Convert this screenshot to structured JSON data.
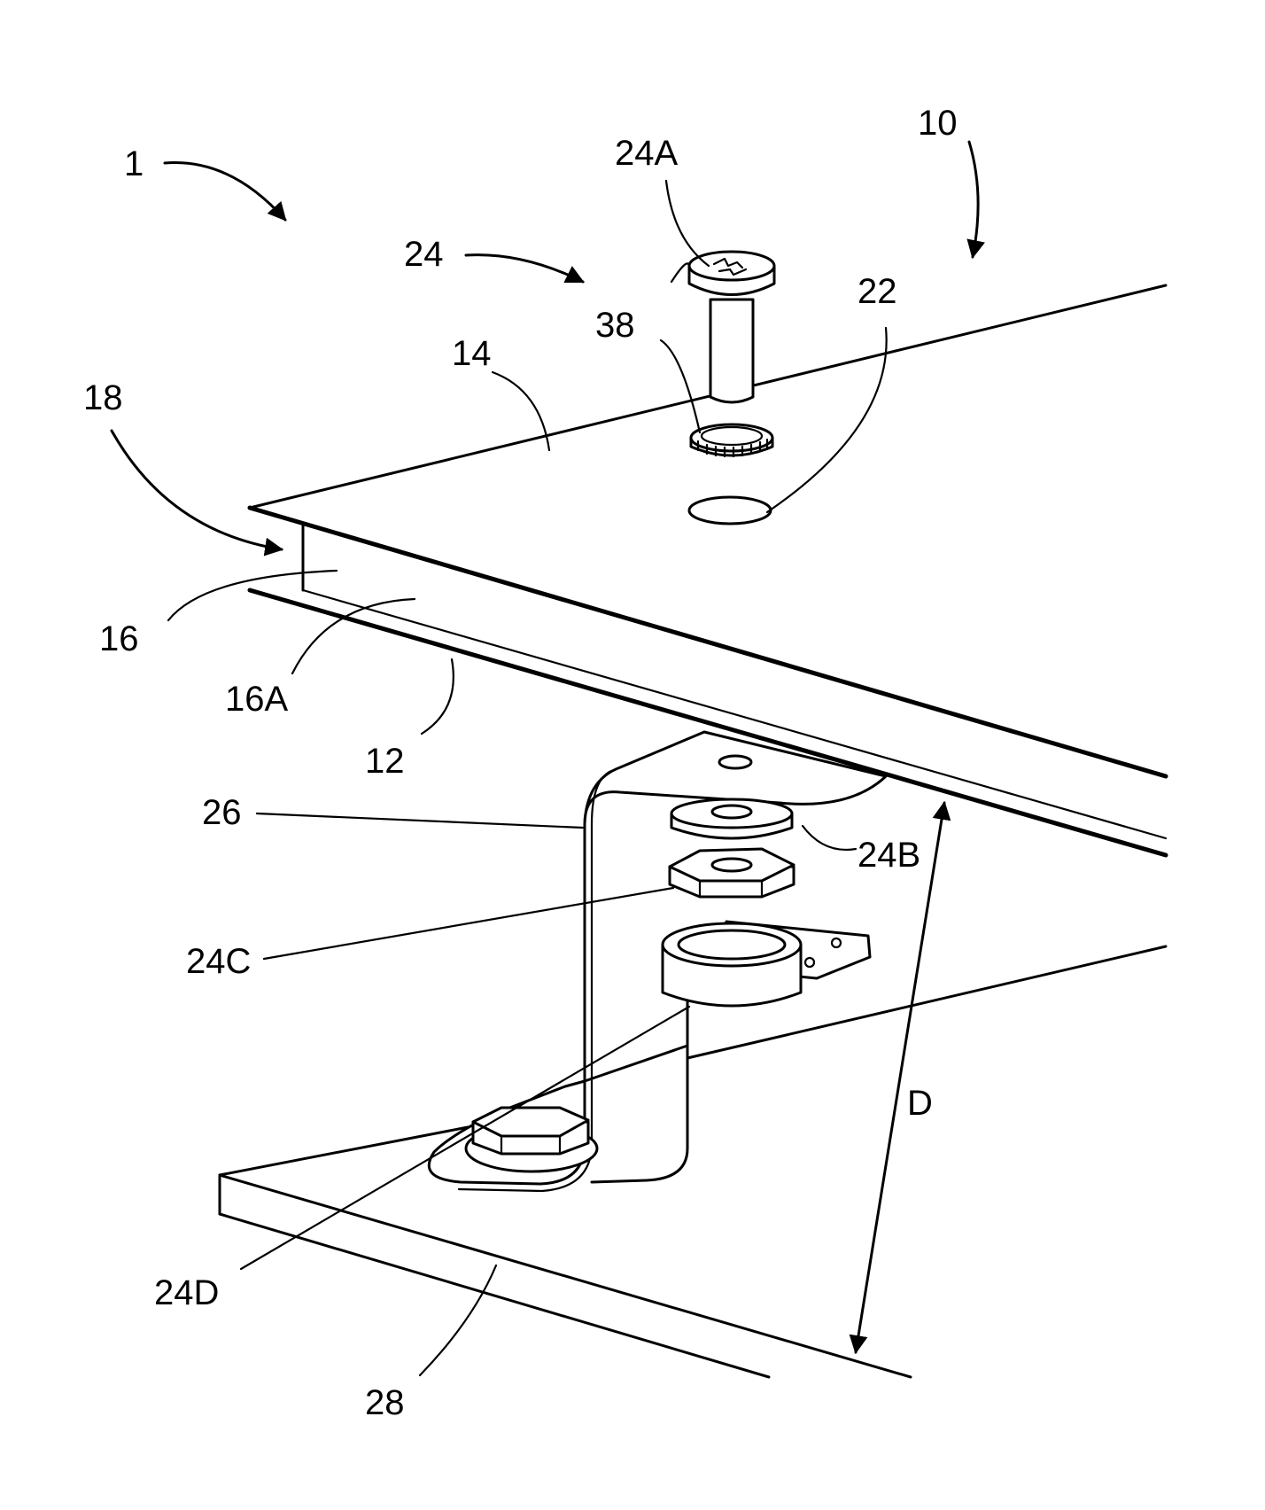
{
  "labels": {
    "assembly": "1",
    "system": "10",
    "fastener": "24",
    "screw": "24A",
    "lock_washer": "38",
    "hole": "22",
    "top_surface": "14",
    "edge_arrow": "18",
    "gap": "16",
    "gap_face": "16A",
    "panel": "12",
    "bracket": "26",
    "washer": "24B",
    "nut": "24C",
    "bottom_nut": "24D",
    "base": "28",
    "distance": "D"
  },
  "colors": {
    "line": "#000000",
    "background": "#ffffff"
  }
}
